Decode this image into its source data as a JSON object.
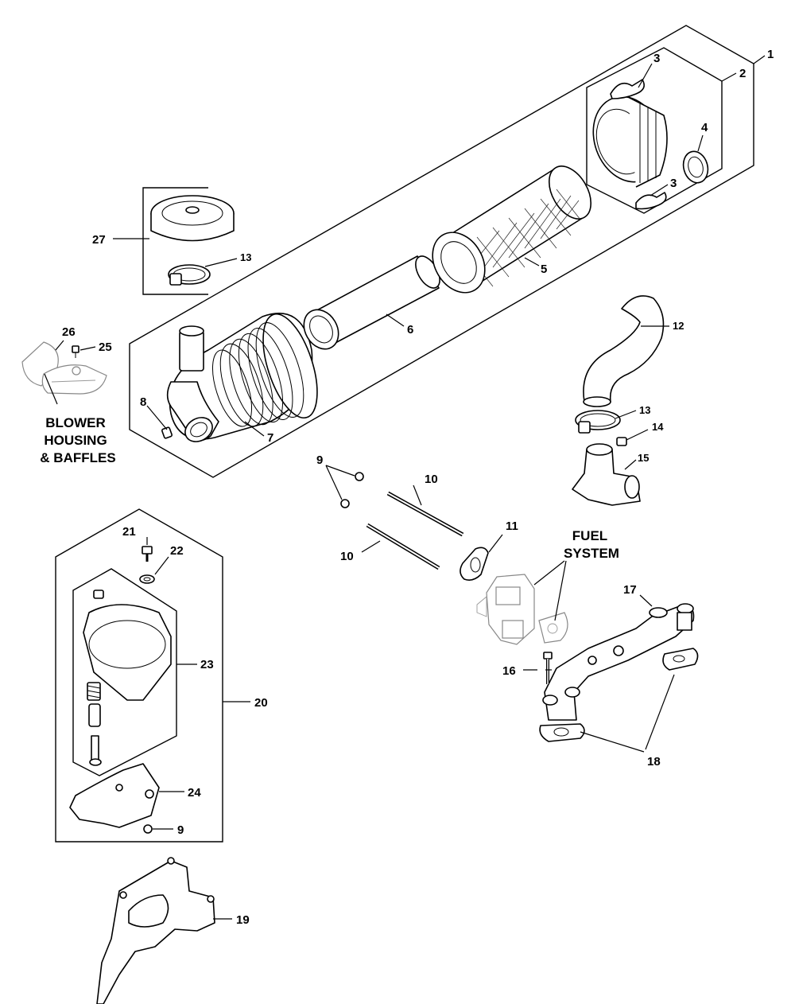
{
  "callouts": {
    "p1": "1",
    "p2": "2",
    "p3a": "3",
    "p3b": "3",
    "p4": "4",
    "p5": "5",
    "p6": "6",
    "p7": "7",
    "p8": "8",
    "p9a": "9",
    "p9b": "9",
    "p10a": "10",
    "p10b": "10",
    "p11": "11",
    "p12": "12",
    "p13a": "13",
    "p13b": "13",
    "p14": "14",
    "p15": "15",
    "p16": "16",
    "p17": "17",
    "p18": "18",
    "p19": "19",
    "p20": "20",
    "p21": "21",
    "p22": "22",
    "p23": "23",
    "p24": "24",
    "p25": "25",
    "p26": "26",
    "p27": "27"
  },
  "labels": {
    "blower_line1": "BLOWER",
    "blower_line2": "HOUSING",
    "blower_line3": "& BAFFLES",
    "fuel_line1": "FUEL",
    "fuel_line2": "SYSTEM"
  }
}
